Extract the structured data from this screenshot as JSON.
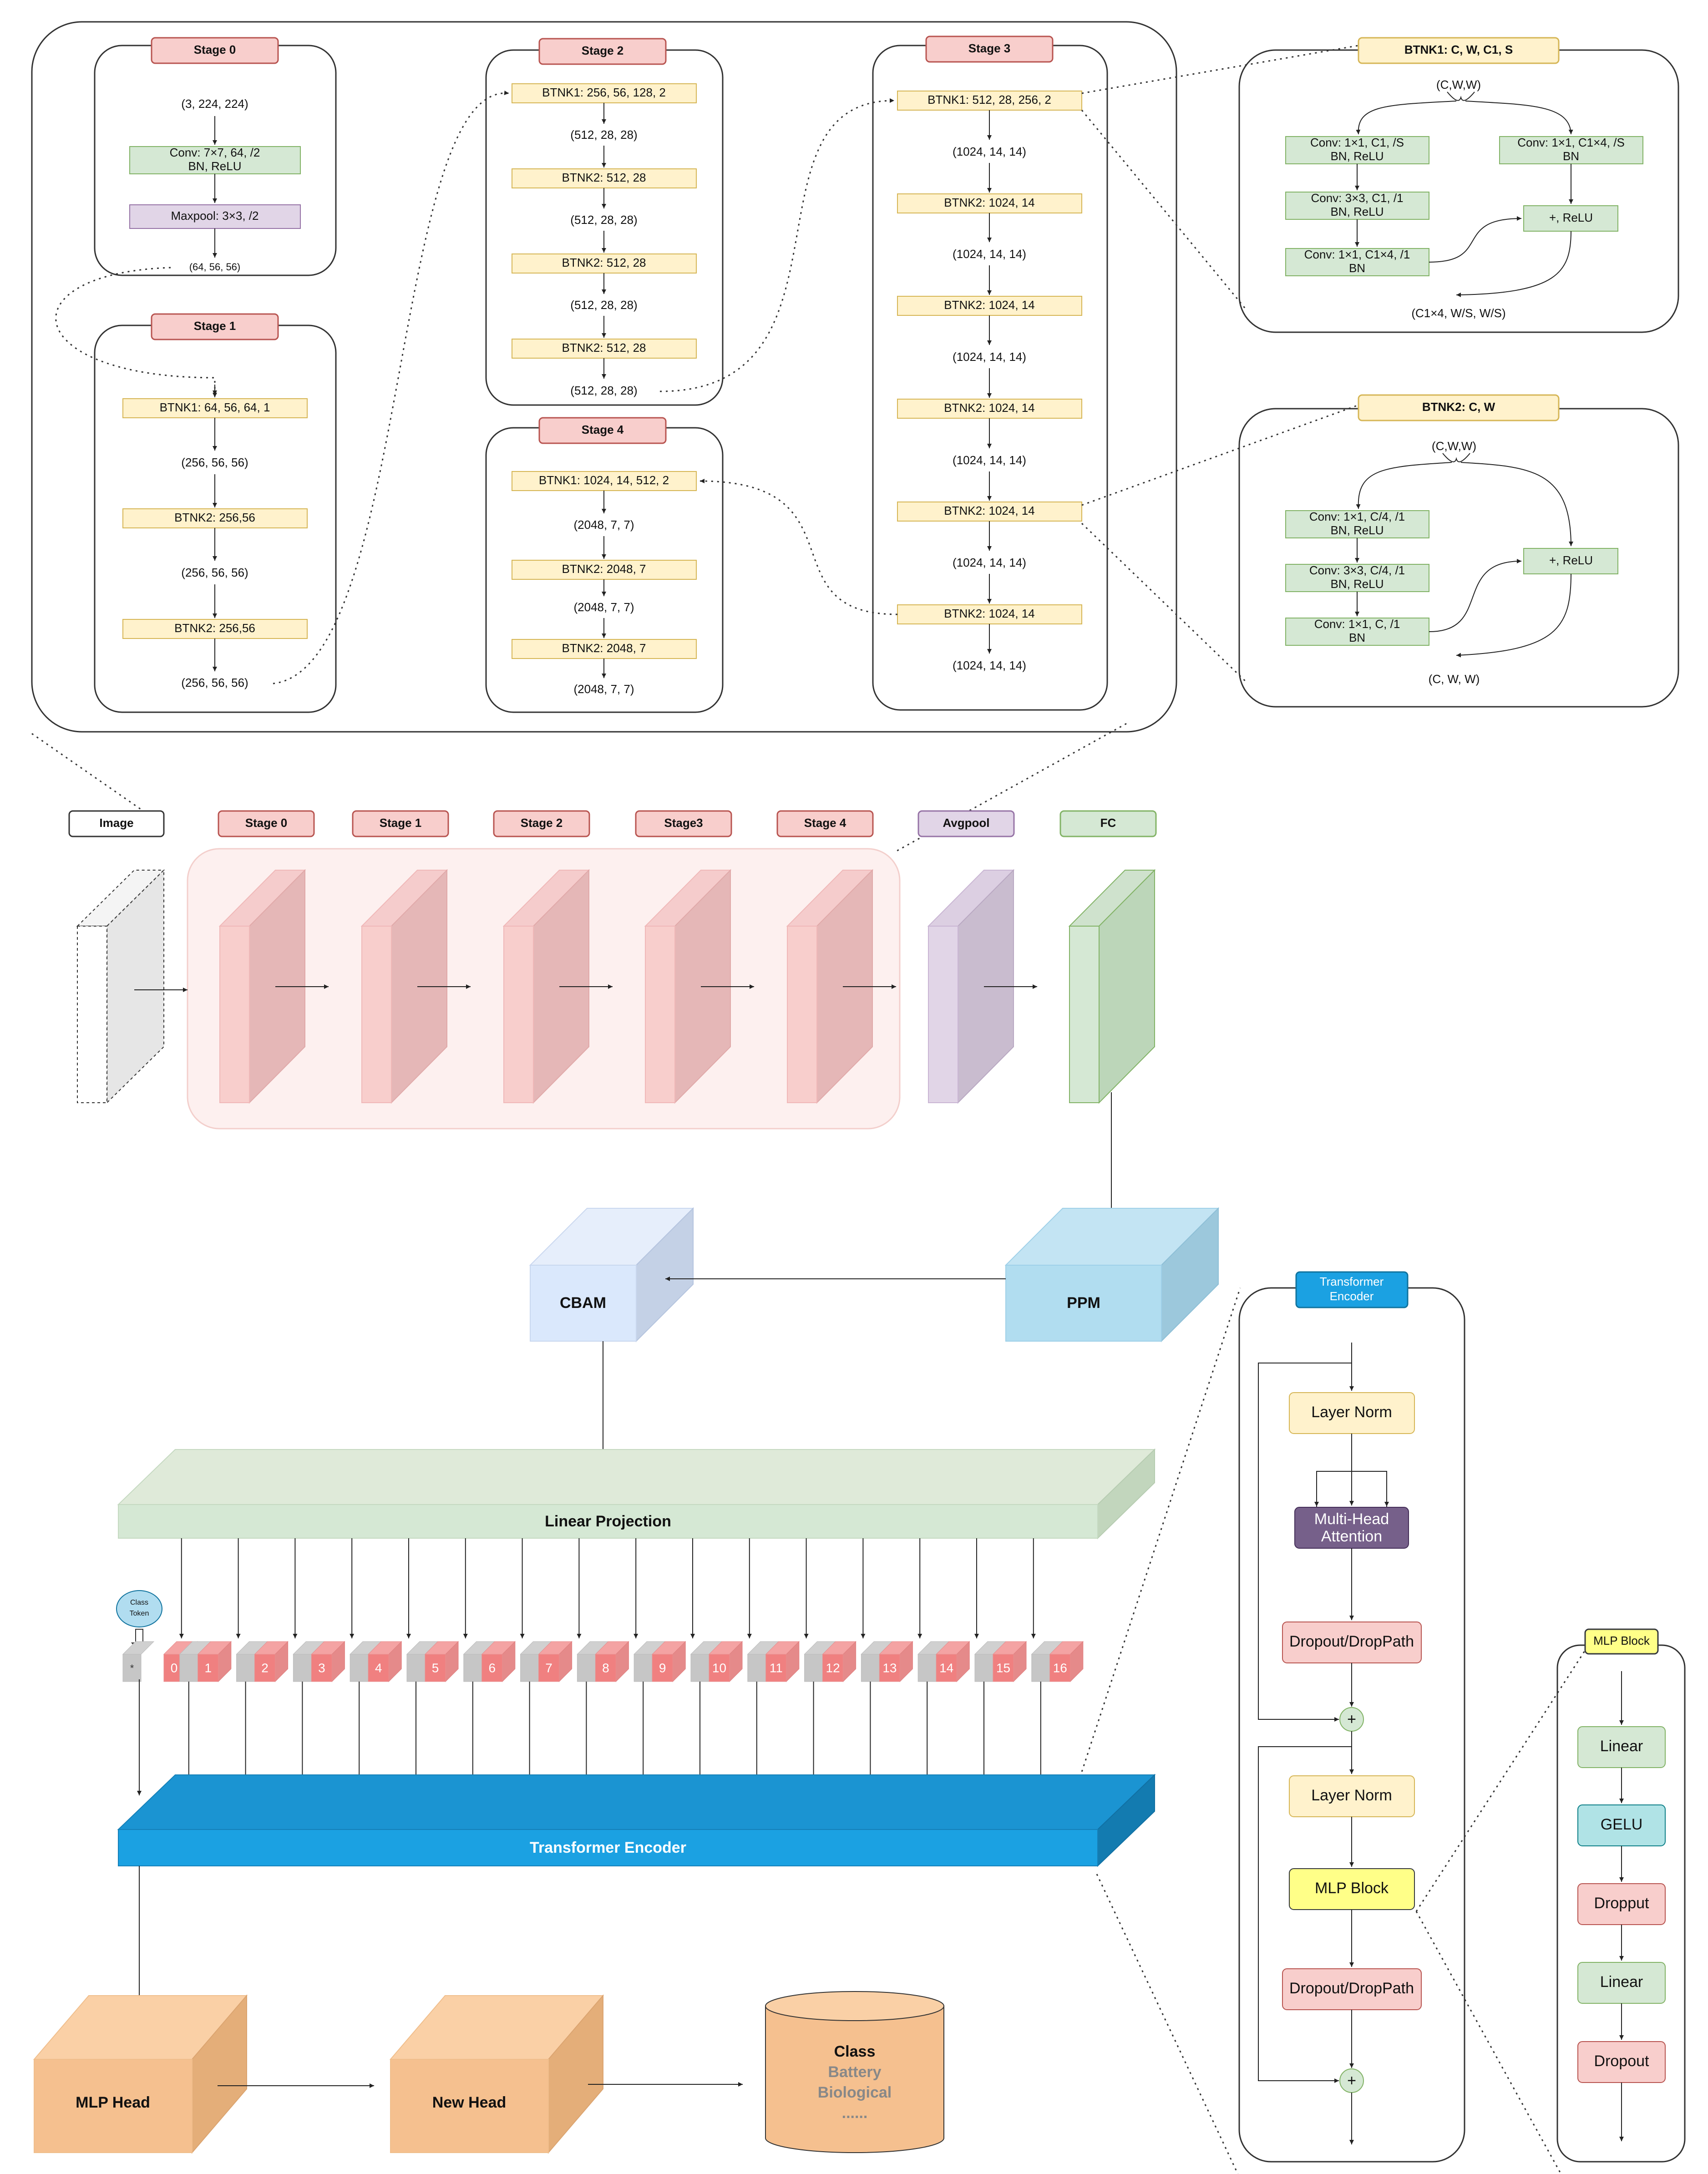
{
  "resnet_detail": {
    "stage0": {
      "title": "Stage 0",
      "input": "(3, 224, 224)",
      "conv1": "Conv: 7×7, 64, /2",
      "conv2": "BN, ReLU",
      "pool": "Maxpool: 3×3, /2",
      "output": "(64, 56, 56)"
    },
    "stage1": {
      "title": "Stage 1",
      "b1": "BTNK1: 64, 56, 64, 1",
      "s1": "(256, 56, 56)",
      "b2": "BTNK2: 256,56",
      "s2": "(256, 56, 56)",
      "b3": "BTNK2: 256,56",
      "s3": "(256, 56, 56)"
    },
    "stage2": {
      "title": "Stage 2",
      "b1": "BTNK1: 256, 56, 128, 2",
      "s1": "(512, 28, 28)",
      "b2": "BTNK2: 512, 28",
      "s2": "(512, 28, 28)",
      "b3": "BTNK2: 512, 28",
      "s3": "(512, 28, 28)",
      "b4": "BTNK2: 512, 28",
      "s4": "(512, 28, 28)"
    },
    "stage3": {
      "title": "Stage 3",
      "b1": "BTNK1: 512, 28, 256, 2",
      "s1": "(1024, 14, 14)",
      "b2": "BTNK2: 1024, 14",
      "s2": "(1024, 14, 14)",
      "b3": "BTNK2: 1024, 14",
      "s3": "(1024, 14, 14)",
      "b4": "BTNK2: 1024, 14",
      "s4": "(1024, 14, 14)",
      "b5": "BTNK2: 1024, 14",
      "s5": "(1024, 14, 14)",
      "b6": "BTNK2: 1024, 14",
      "s6": "(1024, 14, 14)"
    },
    "stage4": {
      "title": "Stage 4",
      "b1": "BTNK1: 1024, 14, 512, 2",
      "s1": "(2048, 7, 7)",
      "b2": "BTNK2: 2048, 7",
      "s2": "(2048, 7, 7)",
      "b3": "BTNK2: 2048, 7",
      "s3": "(2048, 7, 7)"
    }
  },
  "btnk1": {
    "title": "BTNK1: C, W, C1, S",
    "input": "(C,W,W)",
    "c1a": "Conv: 1×1, C1,  /S",
    "c1b": "BN, ReLU",
    "c2a": "Conv: 3×3, C1,  /1",
    "c2b": "BN, ReLU",
    "c3a": "Conv: 1×1, C1×4,  /1",
    "c3b": "BN",
    "sca": "Conv: 1×1, C1×4,  /S",
    "scb": "BN",
    "add": "+, ReLU",
    "output": "(C1×4, W/S, W/S)"
  },
  "btnk2": {
    "title": "BTNK2: C, W",
    "input": "(C,W,W)",
    "c1a": "Conv: 1×1, C/4,  /1",
    "c1b": "BN, ReLU",
    "c2a": "Conv: 3×3, C/4,  /1",
    "c2b": "BN, ReLU",
    "c3a": "Conv: 1×1, C,  /1",
    "c3b": "BN",
    "add": "+, ReLU",
    "output": "(C, W, W)"
  },
  "overview": {
    "image": "Image",
    "stage0": "Stage 0",
    "stage1": "Stage 1",
    "stage2": "Stage 2",
    "stage3": "Stage3",
    "stage4": "Stage 4",
    "avgpool": "Avgpool",
    "fc": "FC"
  },
  "vit": {
    "cbam": "CBAM",
    "ppm": "PPM",
    "linear_projection": "Linear Projection",
    "class_token": [
      "Class",
      "Token"
    ],
    "cls_marker": "*",
    "patches": [
      "0",
      "1",
      "2",
      "3",
      "4",
      "5",
      "6",
      "7",
      "8",
      "9",
      "10",
      "11",
      "12",
      "13",
      "14",
      "15",
      "16"
    ],
    "transformer_encoder": "Transformer Encoder",
    "mlp_head": "MLP Head",
    "new_head": "New Head",
    "class_title": "Class",
    "class_items": [
      "Battery",
      "Biological",
      "......"
    ]
  },
  "encoder_detail": {
    "title": [
      "Transformer",
      "Encoder"
    ],
    "layer_norm_1": "Layer Norm",
    "mha": [
      "Multi-Head",
      "Attention"
    ],
    "dropout_1": "Dropout/DropPath",
    "plus": "+",
    "layer_norm_2": "Layer Norm",
    "mlp_block": "MLP Block",
    "dropout_2": "Dropout/DropPath"
  },
  "mlp_detail": {
    "title": "MLP Block",
    "linear_1": "Linear",
    "gelu": "GELU",
    "dropout_1": "Dropput",
    "linear_2": "Linear",
    "dropout_2": "Dropout"
  },
  "colors": {
    "stage_title": "#f8cecc",
    "btnk": "#fff2cc",
    "conv": "#d5e8d4",
    "pool": "#e1d5e7",
    "encoder_blue": "#1ba1e2",
    "head_orange": "#f5c08f",
    "cbam": "#dae8fc",
    "ppm": "#b1ddf0",
    "mha": "#76608a",
    "gelu": "#b0e3e6",
    "mlp_yellow": "#ffff88"
  }
}
